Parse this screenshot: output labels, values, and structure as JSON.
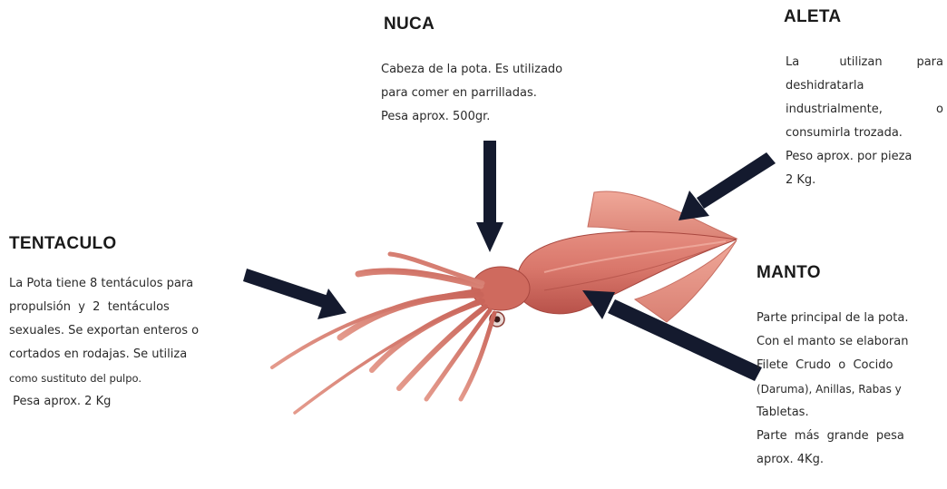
{
  "nuca": {
    "title": "NUCA",
    "lines": [
      "Cabeza de la pota. Es utilizado",
      "para comer en parrilladas.",
      "Pesa aprox. 500gr."
    ]
  },
  "aleta": {
    "title": "ALETA",
    "lines": [
      "La       utilizan      para",
      "deshidratarla",
      "industrialmente,        o",
      "consumirla trozada.",
      "Peso aprox. por pieza",
      "2 Kg."
    ]
  },
  "tentaculo": {
    "title": "TENTACULO",
    "lines": [
      "La Pota tiene 8 tentáculos para",
      "propulsión  y  2  tentáculos",
      "sexuales. Se exportan enteros o",
      "cortados en rodajas. Se utiliza",
      "como sustituto del pulpo.",
      " Pesa aprox. 2 Kg"
    ]
  },
  "manto": {
    "title": "MANTO",
    "lines": [
      "Parte principal de la pota.",
      "Con el manto se elaboran",
      "Filete  Crudo  o  Cocido",
      "(Daruma), Anillas, Rabas y",
      "Tabletas.",
      "Parte  más  grande  pesa",
      "aprox. 4Kg."
    ]
  },
  "colors": {
    "arrow": "#141a2e",
    "squid_body": "#d9776b",
    "squid_dark": "#b8524a",
    "squid_light": "#f2b3a6"
  }
}
